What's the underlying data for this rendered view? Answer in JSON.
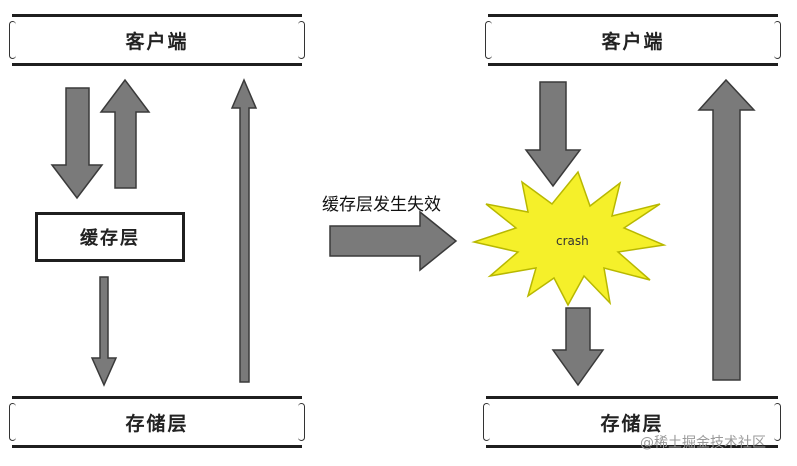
{
  "left": {
    "client_label": "客户端",
    "cache_label": "缓存层",
    "storage_label": "存储层"
  },
  "transition_label": "缓存层发生失效",
  "right": {
    "client_label": "客户端",
    "crash_label": "crash",
    "storage_label": "存储层"
  },
  "watermark": "@稀土掘金技术社区",
  "colors": {
    "arrow_fill": "#7a7a7a",
    "arrow_stroke": "#3a3a3a",
    "crash_fill": "#f5f02a",
    "crash_stroke": "#b8b800"
  }
}
